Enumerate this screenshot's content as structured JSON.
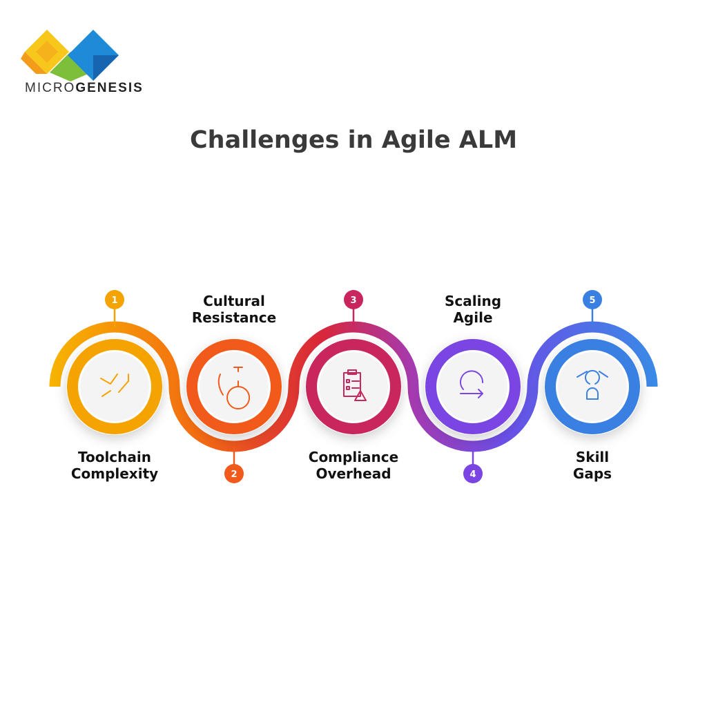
{
  "logo": {
    "text_light": "MICRO",
    "text_bold": "GENESIS"
  },
  "title": "Challenges in Agile ALM",
  "steps": [
    {
      "number": "1",
      "label_line1": "Toolchain",
      "label_line2": "Complexity",
      "color": "#f5a300",
      "icon": "toolchain-network-gear-icon"
    },
    {
      "number": "2",
      "label_line1": "Cultural",
      "label_line2": "Resistance",
      "color": "#f25a1c",
      "icon": "stopwatch-head-gear-icon"
    },
    {
      "number": "3",
      "label_line1": "Compliance",
      "label_line2": "Overhead",
      "color": "#c9265e",
      "icon": "checklist-warning-icon"
    },
    {
      "number": "4",
      "label_line1": "Scaling",
      "label_line2": "Agile",
      "color": "#7a45e2",
      "icon": "cycle-arrows-icon"
    },
    {
      "number": "5",
      "label_line1": "Skill",
      "label_line2": "Gaps",
      "color": "#3a80e2",
      "icon": "person-gear-network-icon"
    }
  ]
}
